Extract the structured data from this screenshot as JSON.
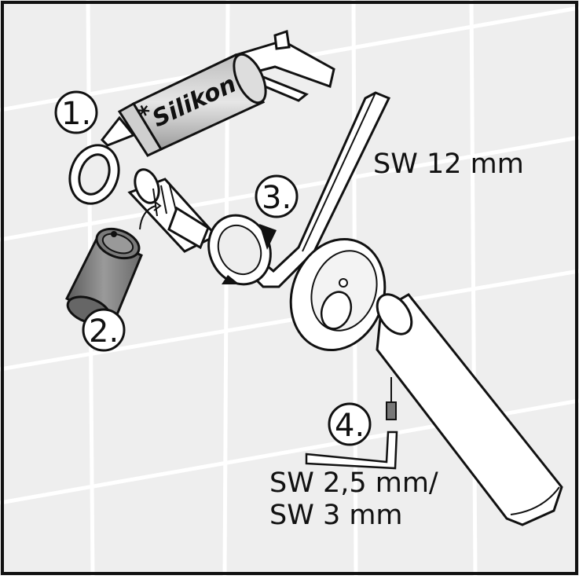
{
  "steps": {
    "step1": "1.",
    "step2": "2.",
    "step3": "3.",
    "step4": "4."
  },
  "sealant": {
    "brand_label": "Silikon",
    "asterisk": "*"
  },
  "labels": {
    "hex_key_large": "SW 12 mm",
    "hex_key_small_line1": "SW 2,5 mm/",
    "hex_key_small_line2": "SW 3 mm"
  },
  "colors": {
    "background_tile": "#eeeeee",
    "grout": "#ffffff",
    "outline": "#111111",
    "sleeve_dark": "#808080"
  }
}
